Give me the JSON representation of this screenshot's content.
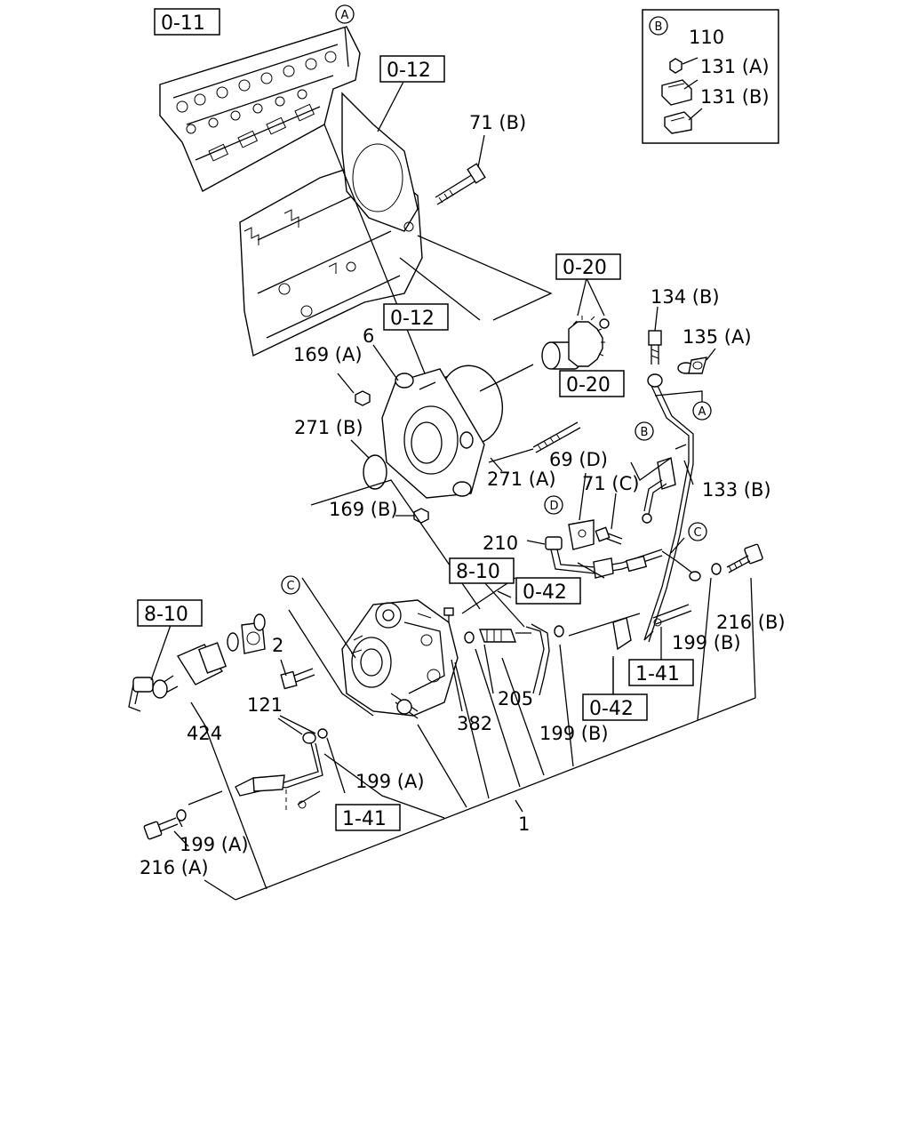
{
  "ref_boxes": {
    "r0_11": "0-11",
    "r0_12_top": "0-12",
    "r0_12_mid": "0-12",
    "r0_20_top": "0-20",
    "r0_20_mid": "0-20",
    "r8_10_mid": "8-10",
    "r8_10_left": "8-10",
    "r0_42_mid": "0-42",
    "r0_42_low": "0-42",
    "r1_41_right": "1-41",
    "r1_41_bottom": "1-41"
  },
  "circle_refs": {
    "A_top": "A",
    "A_right": "A",
    "B_inset": "B",
    "B_pipe": "B",
    "C_right": "C",
    "C_pump": "C",
    "D_nipple": "D"
  },
  "part_labels": {
    "p110": "110",
    "p131a": "131 (A)",
    "p131b": "131 (B)",
    "p71b": "71 (B)",
    "p134b": "134 (B)",
    "p135a": "135 (A)",
    "p6": "6",
    "p169a": "169 (A)",
    "p271b": "271 (B)",
    "p271a": "271 (A)",
    "p169b": "169 (B)",
    "p69d": "69 (D)",
    "p71c": "71 (C)",
    "p133b": "133 (B)",
    "p210": "210",
    "p216b": "216 (B)",
    "p199b_right": "199 (B)",
    "p2": "2",
    "p205": "205",
    "p382": "382",
    "p199b_low": "199 (B)",
    "p121": "121",
    "p424": "424",
    "p199a_mid": "199 (A)",
    "p1": "1",
    "p199a_low": "199 (A)",
    "p216a": "216 (A)"
  }
}
